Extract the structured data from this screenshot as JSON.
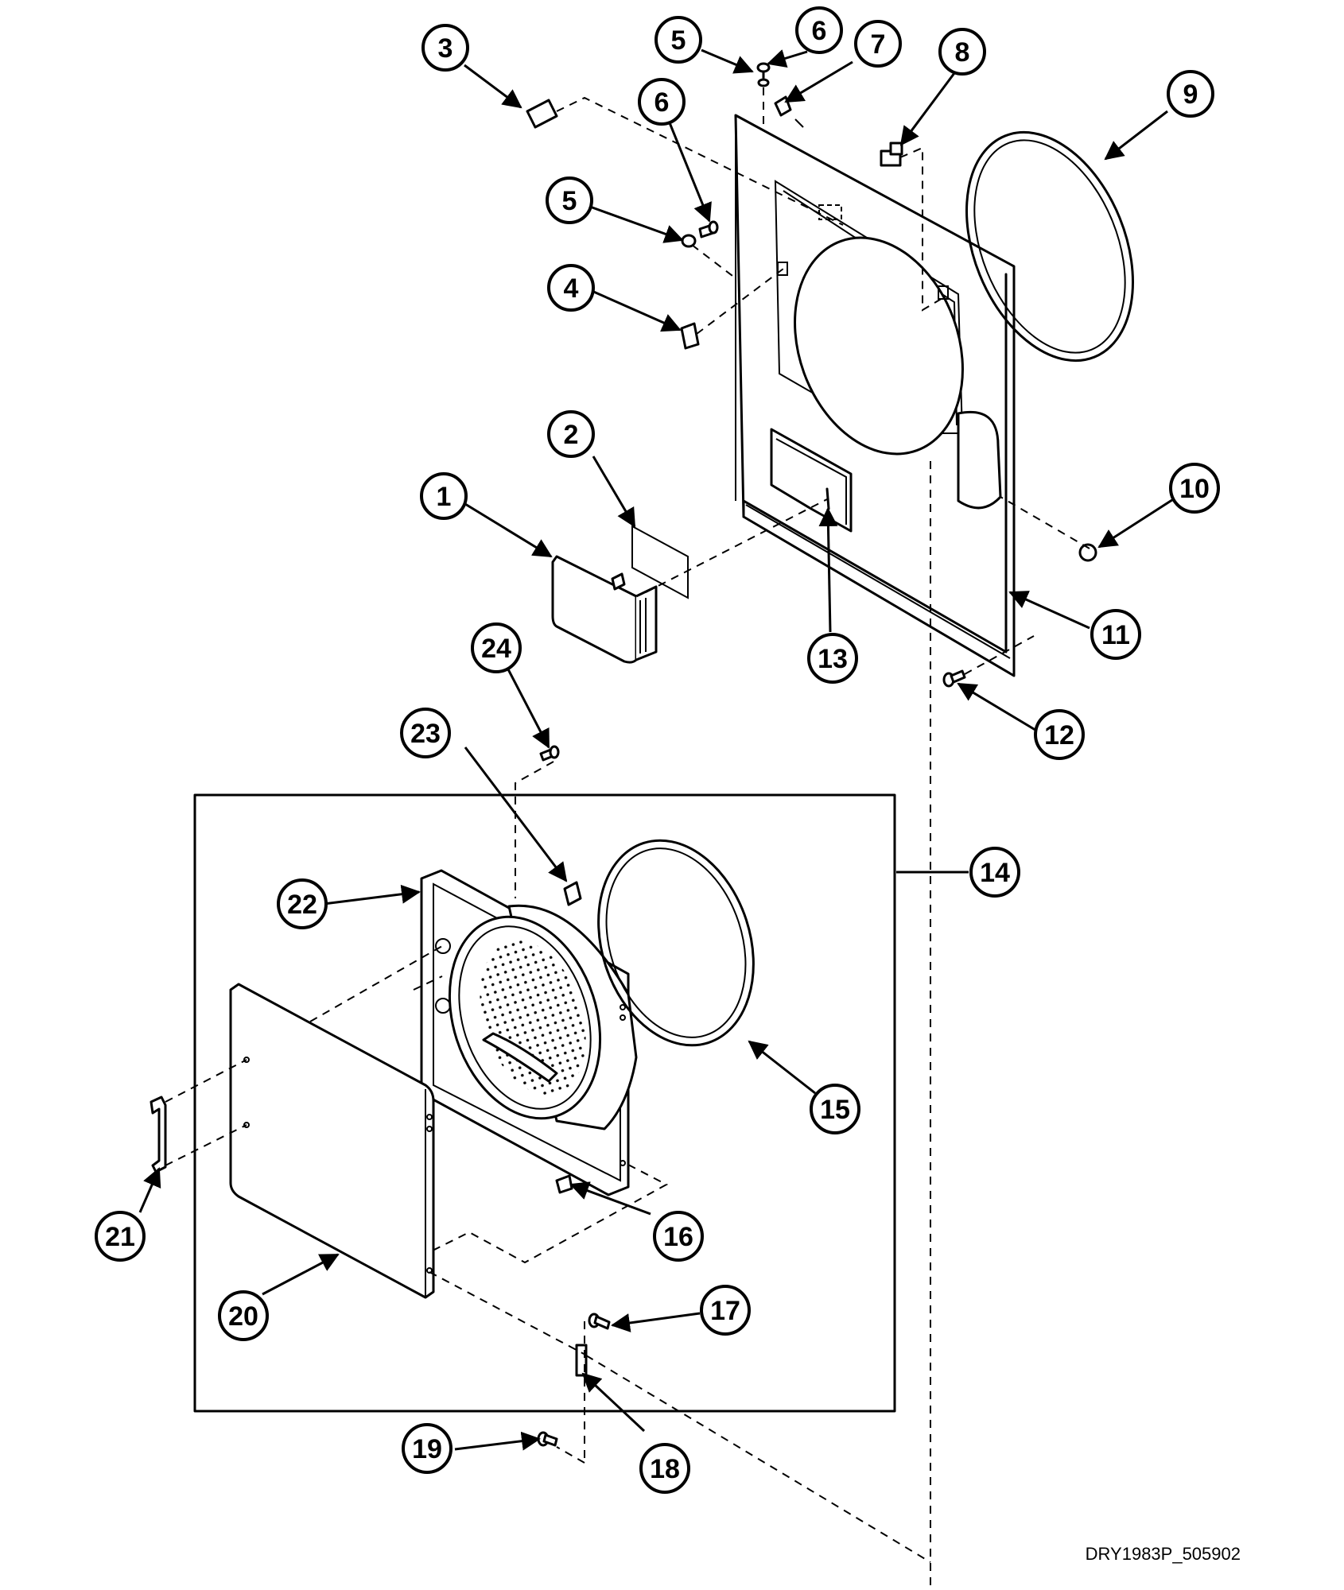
{
  "diagram": {
    "caption": "DRY1983P_505902",
    "callouts": [
      "1",
      "2",
      "3",
      "4",
      "5",
      "5",
      "6",
      "6",
      "7",
      "8",
      "9",
      "10",
      "11",
      "12",
      "13",
      "14",
      "15",
      "16",
      "17",
      "18",
      "19",
      "20",
      "21",
      "22",
      "23",
      "24"
    ]
  }
}
